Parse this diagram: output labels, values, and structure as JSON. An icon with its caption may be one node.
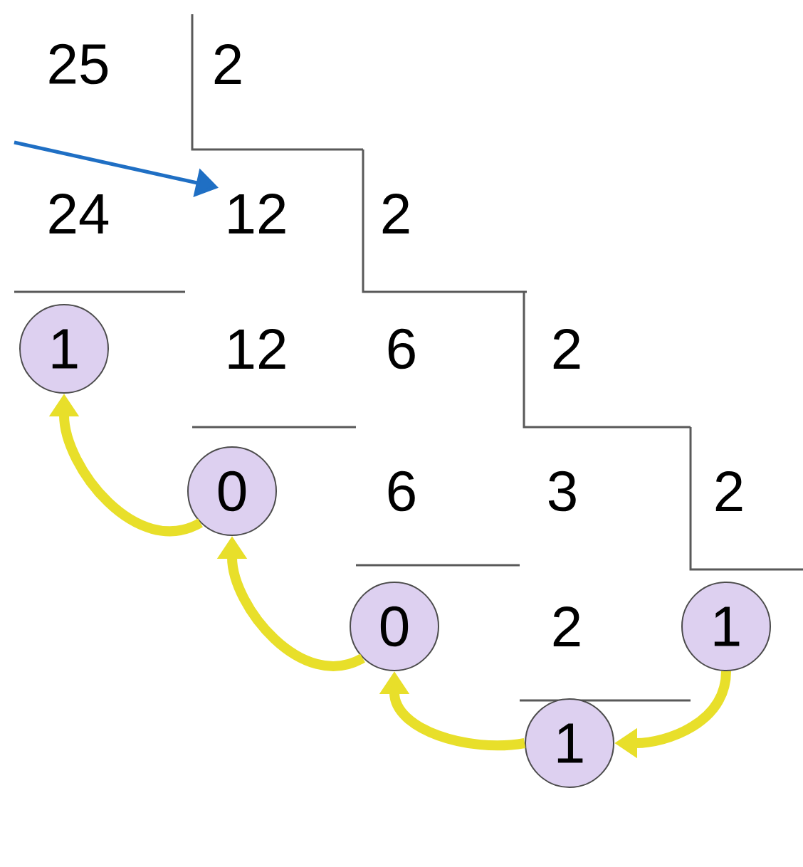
{
  "diagram": {
    "nodes": [
      {
        "text": [
          "12"
        ]
      },
      {
        "text": [
          "1"
        ]
      },
      {
        "text": [
          "0"
        ]
      },
      {
        "text": [
          "0"
        ]
      },
      {
        "text": [
          "1"
        ]
      },
      {
        "text": [
          "1"
        ]
      }
    ],
    "edges": [
      {
        "from": null,
        "to": 0,
        "arrow": "to",
        "color": "#1f6fc4"
      },
      {
        "from": 2,
        "to": 1,
        "arrow": "to"
      },
      {
        "from": 3,
        "to": 2,
        "arrow": "to"
      },
      {
        "from": 5,
        "to": 3,
        "arrow": "to"
      },
      {
        "from": 4,
        "to": 5,
        "arrow": "to"
      }
    ],
    "labels": [
      "25",
      "2",
      "24",
      "2",
      "12",
      "6",
      "2",
      "6",
      "3",
      "2",
      "2"
    ]
  }
}
